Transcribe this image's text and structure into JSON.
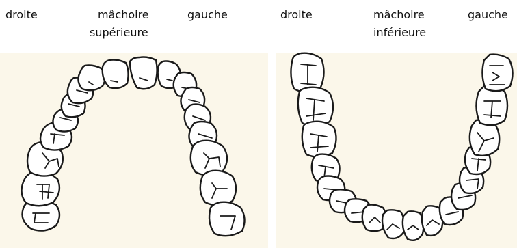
{
  "upper": {
    "label_right": "droite",
    "label_title_1": "mâchoire",
    "label_title_2": "supérieure",
    "label_left": "gauche"
  },
  "lower": {
    "label_right": "droite",
    "label_title_1": "mâchoire",
    "label_title_2": "inférieure",
    "label_left": "gauche"
  },
  "colors": {
    "paper": "#fbf7ea",
    "ink": "#1a1a1a"
  }
}
